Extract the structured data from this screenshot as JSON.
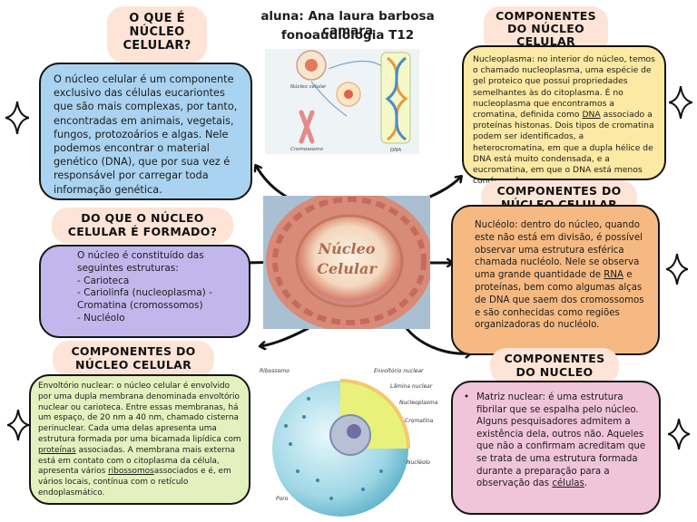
{
  "header": {
    "student": "aluna: Ana laura barbosa camara",
    "course": "fonoaudiologia T12"
  },
  "q1": {
    "title_lines": [
      "O QUE É",
      "NÚCLEO",
      "CELULAR?"
    ],
    "text": "O núcleo celular é um componente exclusivo das células eucariontes que são mais complexas, por tanto, encontradas em animais, vegetais, fungos, protozoários e algas. Nele podemos encontrar o material genético (DNA), que por sua vez é responsável por carregar toda informação genética."
  },
  "q2": {
    "title_lines": [
      "DO QUE O NÚCLEO",
      "CELULAR  É FORMADO?"
    ],
    "lines": [
      "O núcleo é constituído das",
      "seguintes estruturas:",
      "- Carioteca",
      "- Cariolinfa (nucleoplasma) -",
      "Cromatina (cromossomos)",
      "- Nucléolo"
    ]
  },
  "c1": {
    "title_lines": [
      "COMPONENTES DO",
      "NÚCLEO CELULAR"
    ],
    "text_a": "Envoltório nuclear: o núcleo celular é envolvido por uma dupla membrana denominada envoltório nuclear ou carioteca. Entre essas membranas, há um espaço, de 20 nm a 40 nm, chamado cisterna perinuclear. Cada uma delas apresenta uma estrutura formada por uma bicamada lipídica com ",
    "link_a": "proteínas",
    "text_b": " associadas. A membrana mais externa está em contato com o citoplasma da célula, apresenta vários ",
    "link_b": "ribossomos",
    "text_c": "associados e é, em vários locais, contínua com o retículo endoplasmático."
  },
  "c2": {
    "title_lines": [
      "COMPONENTES",
      "DO NÚCLEO",
      "CELULAR"
    ],
    "text_a": "Nucleoplasma: no interior do núcleo, temos o chamado nucleoplasma, uma espécie de gel proteico que possui propriedades semelhantes às do citoplasma. É no nucleoplasma que encontramos a cromatina, definida como ",
    "link_a": "DNA",
    "text_b": " associado a proteínas histonas. Dois tipos de cromatina podem ser identificados, a heterocromatina, em que a dupla hélice de DNA está muito condensada, e a eucromatina, em que o DNA está menos condensado."
  },
  "c3": {
    "title_lines": [
      "COMPONENTES DO",
      "NÚCLEO CELULAR"
    ],
    "text_a": "Nucléolo: dentro do núcleo, quando este não está em divisão, é possível observar uma estrutura esférica chamada nucléolo. Nele se observa uma grande quantidade de ",
    "link_a": "RNA",
    "text_b": " e proteínas, bem como algumas alças de DNA que saem dos cromossomos e são conhecidas como regiões organizadoras do nucléolo."
  },
  "c4": {
    "title_lines": [
      "COMPONENTES",
      "DO NUCLEO"
    ],
    "text_a": "Matriz nuclear: é uma estrutura fibrilar que se espalha pelo núcleo. Alguns pesquisadores admitem a existência dela, outros não. Aqueles que não a confirmam acreditam que se trata de uma estrutura formada durante a preparação para a observação das ",
    "link_a": "células",
    "text_b": "."
  },
  "center_image": {
    "lines": [
      "Núcleo",
      "Celular"
    ]
  },
  "top_image": {
    "labels": {
      "nucleus": "Núcleo celular",
      "chromosome": "Cromossomo",
      "dna": "DNA"
    }
  },
  "cell_image": {
    "labels": {
      "ribosome": "Ribossomo",
      "envelope": "Envoltório nuclear",
      "lamina": "Lâmina nuclear",
      "nucleoplasm": "Nucleoplasma",
      "chromatin": "Cromatina",
      "nucleolus": "Nucléolo",
      "pore": "Poro"
    }
  },
  "colors": {
    "blue": "#a9d3f0",
    "purple": "#c2b7ec",
    "green": "#e4f1be",
    "yellow": "#fce9a3",
    "orange": "#f5b981",
    "pink": "#f0c4d9",
    "pill": "#fde4d6"
  }
}
